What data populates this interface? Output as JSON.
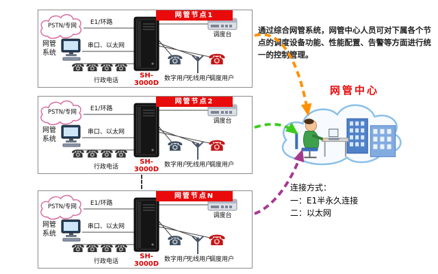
{
  "nodes": [
    {
      "title": "网管节点1",
      "pstn": "PSTN/专网",
      "e1_label": "E1/环路",
      "nms_label": "网管系统",
      "serial_label": "串口、以太网",
      "server_label": "SH-3000D",
      "admin_phone_label": "行政电话",
      "console_label": "调度台",
      "user_labels": [
        "数字用户",
        "无线用户",
        "调度用户"
      ]
    },
    {
      "title": "网管节点2",
      "pstn": "PSTN/专网",
      "e1_label": "E1/环路",
      "nms_label": "网管系统",
      "serial_label": "串口、以太网",
      "server_label": "SH-3000D",
      "admin_phone_label": "行政电话",
      "console_label": "调度台",
      "user_labels": [
        "数字用户",
        "无线用户",
        "调度用户"
      ]
    },
    {
      "title": "网管节点N",
      "pstn": "PSTN/专网",
      "e1_label": "E1/环路",
      "nms_label": "网管系统",
      "serial_label": "串口、以太网",
      "server_label": "SH-3000D",
      "admin_phone_label": "行政电话",
      "console_label": "调度台",
      "user_labels": [
        "数字用户",
        "无线用户",
        "调度用户"
      ]
    }
  ],
  "center": {
    "description": "通过综合网管系统，网管中心人员可对下属各个节点的调度设备功能、性能配置、告警等方面进行统一的控制管理。",
    "title": "网管中心",
    "connection": {
      "title": "连接方式：",
      "line1": "一：E1半永久连接",
      "line2": "二：以太网"
    }
  },
  "icons": {
    "phone": "☎"
  },
  "colors": {
    "node_title_bg": "#E90B0B",
    "server_label_color": "#D90000",
    "center_title_color": "#E90B0B",
    "arrow_node1": "#FF9100",
    "arrow_node2": "#3ECB1F",
    "arrow_nodeN": "#A6398F",
    "pstn_cloud_stroke": "#D66A9F",
    "center_cloud_stroke": "#8CC0E8"
  }
}
